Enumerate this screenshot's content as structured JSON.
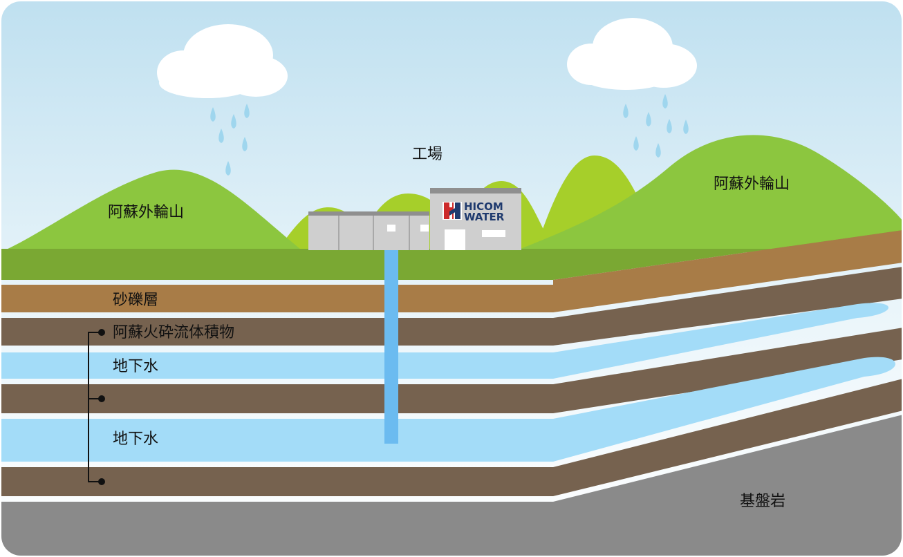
{
  "labels": {
    "factory": "工場",
    "mountain_left": "阿蘇外輪山",
    "mountain_right": "阿蘇外輪山",
    "gravel_layer": "砂礫層",
    "pyroclastic_deposit": "阿蘇火砕流体積物",
    "groundwater_upper": "地下水",
    "groundwater_lower": "地下水",
    "bedrock": "基盤岩"
  },
  "logo": {
    "line1": "HICOM",
    "line2": "WATER"
  },
  "colors": {
    "sky_top": "#bfe0f0",
    "sky_bottom": "#ffffff",
    "mountain_main": "#8cc63f",
    "mountain_light": "#a6cf2a",
    "ground_surface": "#7aa833",
    "gravel": "#a87c47",
    "pyroclastic": "#76624f",
    "groundwater": "#a3dcf8",
    "bedrock": "#8a8a8a",
    "well": "#6bbbf0",
    "factory": "#cccccc",
    "raindrop": "#9fd6ee",
    "logo_red": "#cc2a2a",
    "logo_navy": "#1f3a6e"
  }
}
